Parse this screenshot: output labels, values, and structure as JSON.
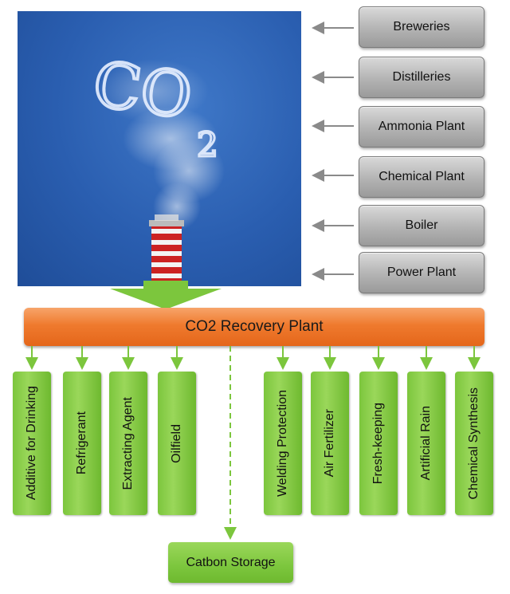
{
  "photo": {
    "smoke_text": "CO",
    "smoke_subscript": "2"
  },
  "sources": [
    {
      "label": "Breweries"
    },
    {
      "label": "Distilleries"
    },
    {
      "label": "Ammonia Plant"
    },
    {
      "label": "Chemical Plant"
    },
    {
      "label": "Boiler"
    },
    {
      "label": "Power Plant"
    }
  ],
  "recovery_plant": {
    "label": "CO2 Recovery Plant"
  },
  "uses": [
    {
      "label": "Additive for Drinking"
    },
    {
      "label": "Refrigerant"
    },
    {
      "label": "Extracting Agent"
    },
    {
      "label": "Oilfield"
    },
    {
      "label": "Welding Protection"
    },
    {
      "label": "Air Fertilizer"
    },
    {
      "label": "Fresh-keeping"
    },
    {
      "label": "Artificial Rain"
    },
    {
      "label": "Chemical Synthesis"
    }
  ],
  "storage": {
    "label": "Catbon Storage"
  },
  "colors": {
    "orange": "#ef7a2e",
    "green": "#7cc63d",
    "gray": "#b3b3b3",
    "sky": "#2a5eb0",
    "arrow_gray": "#8a8a8a"
  }
}
